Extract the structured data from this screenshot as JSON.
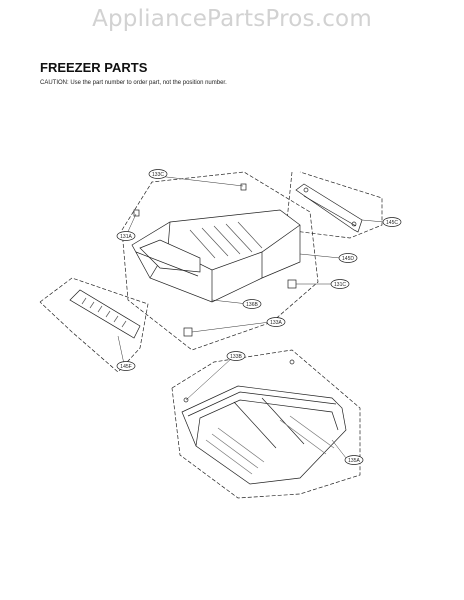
{
  "watermark": "AppliancePartsPros.com",
  "title": "FREEZER PARTS",
  "caution": "CAUTION: Use the part number to order part, not the position number.",
  "callouts": {
    "c1": "133C",
    "c2": "131A",
    "c3": "145C",
    "c4": "145D",
    "c5": "131C",
    "c6": "136B",
    "c7": "133A",
    "c8": "145F",
    "c9": "133B",
    "c10": "135A"
  }
}
